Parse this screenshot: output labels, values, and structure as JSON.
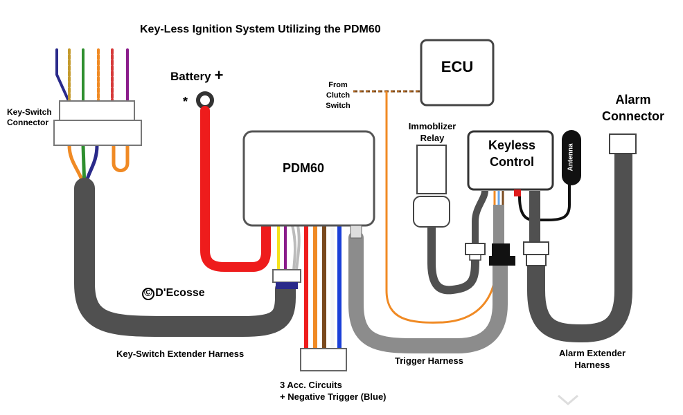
{
  "title": "Key-Less Ignition System Utilizing the PDM60",
  "copyright": "© D'Ecosse",
  "labels": {
    "key_switch_connector": [
      "Key-Switch",
      "Connector"
    ],
    "battery": "Battery",
    "battery_plus": "+",
    "asterisk": "*",
    "pdm60": "PDM60",
    "ecu": "ECU",
    "from_clutch_switch": [
      "From",
      "Clutch",
      "Switch"
    ],
    "immobilizer_relay": [
      "Immoblizer",
      "Relay"
    ],
    "keyless_control": [
      "Keyless",
      "Control"
    ],
    "antenna": "Antenna",
    "alarm_connector": [
      "Alarm",
      "Connector"
    ],
    "key_switch_extender_harness": "Key-Switch Extender Harness",
    "trigger_harness": "Trigger Harness",
    "alarm_extender_harness": [
      "Alarm Extender",
      "Harness"
    ],
    "acc_circuits": [
      "3 Acc. Circuits",
      "+ Negative Trigger (Blue)"
    ]
  },
  "colors": {
    "harness_dark": "#505050",
    "harness_grey": "#8c8c8c",
    "battery_red": "#ee1c1c",
    "trigger_orange": "#f08a24",
    "wire_blue": "#1a3fd8",
    "wire_purple": "#8b1c8b",
    "wire_yellow": "#f5e21c",
    "wire_brown": "#7a4a1e",
    "wire_green": "#2f8f2f"
  }
}
